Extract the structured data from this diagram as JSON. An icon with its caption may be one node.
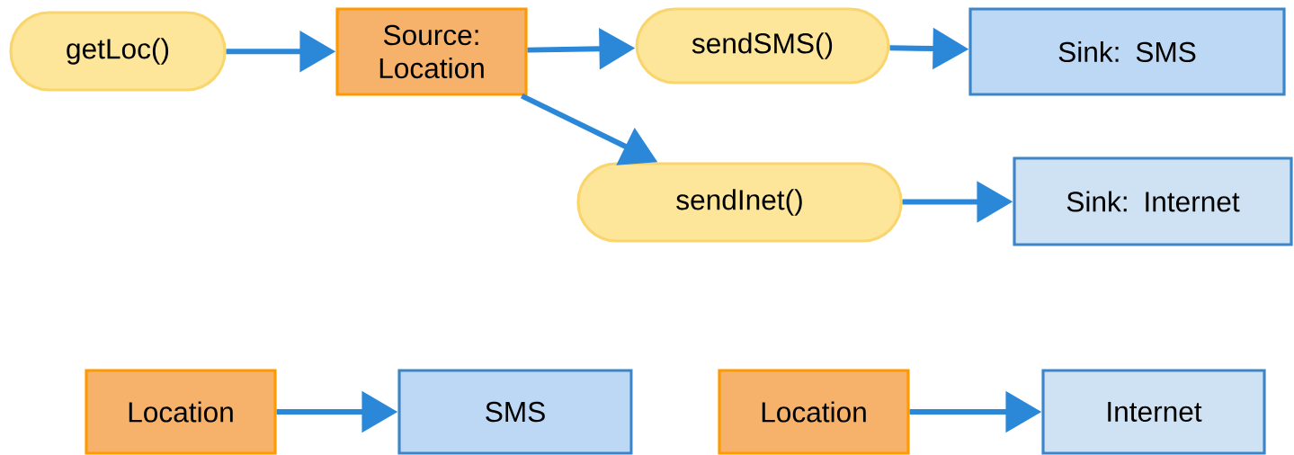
{
  "diagram": {
    "nodes": [
      {
        "text": [
          "getLoc()"
        ]
      },
      {
        "text": [
          "Source: Location"
        ]
      },
      {
        "text": [
          "sendSMS()"
        ]
      },
      {
        "text": [
          "Sink: SMS"
        ]
      },
      {
        "text": [
          "sendInet()"
        ]
      },
      {
        "text": [
          "Sink: Internet"
        ]
      },
      {
        "text": [
          "Location"
        ]
      },
      {
        "text": [
          "SMS"
        ]
      },
      {
        "text": [
          "Location"
        ]
      },
      {
        "text": [
          "Internet"
        ]
      }
    ],
    "edges": [
      {
        "from": 0,
        "to": 1,
        "arrow": "to"
      },
      {
        "from": 1,
        "to": 2,
        "arrow": "to"
      },
      {
        "from": 1,
        "to": 4,
        "arrow": "to"
      },
      {
        "from": 2,
        "to": 3,
        "arrow": "to"
      },
      {
        "from": 4,
        "to": 5,
        "arrow": "to"
      },
      {
        "from": 6,
        "to": 7,
        "arrow": "to"
      },
      {
        "from": 8,
        "to": 9,
        "arrow": "to"
      }
    ]
  }
}
